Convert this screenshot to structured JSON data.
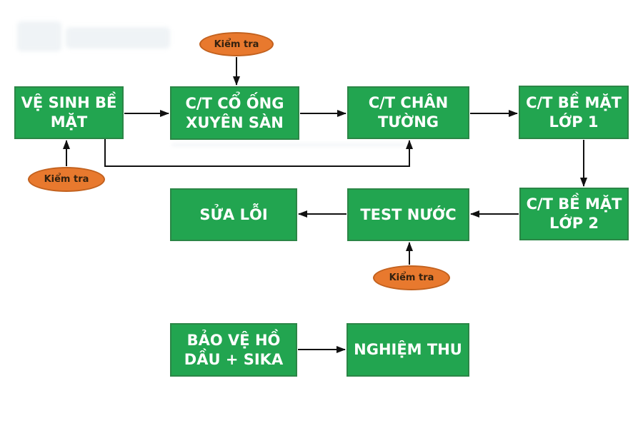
{
  "diagram": {
    "nodes": {
      "ve_sinh_be_mat": {
        "label": "VỆ SINH BỀ MẶT"
      },
      "ct_co_ong_xuyen_san": {
        "label": "C/T CỔ ỐNG XUYÊN SÀN"
      },
      "ct_chan_tuong": {
        "label": "C/T CHÂN TƯỜNG"
      },
      "ct_be_mat_lop_1": {
        "label": "C/T BỀ MẶT LỚP 1"
      },
      "sua_loi": {
        "label": "SỬA LỖI"
      },
      "test_nuoc": {
        "label": "TEST NƯỚC"
      },
      "ct_be_mat_lop_2": {
        "label": "C/T BỀ MẶT LỚP 2"
      },
      "bao_ve_ho_dau_sika": {
        "label": "BẢO VỆ HỒ DẦU + SIKA"
      },
      "nghiem_thu": {
        "label": "NGHIỆM THU"
      }
    },
    "checks": {
      "top": {
        "label": "Kiểm tra",
        "points_to": "C/T CỔ ỐNG XUYÊN SÀN"
      },
      "left": {
        "label": "Kiểm tra",
        "points_to": "VỆ SINH BỀ MẶT"
      },
      "test": {
        "label": "Kiểm tra",
        "points_to": "TEST NƯỚC"
      }
    },
    "edges": [
      {
        "from": "VỆ SINH BỀ MẶT",
        "to": "C/T CỔ ỐNG XUYÊN SÀN"
      },
      {
        "from": "C/T CỔ ỐNG XUYÊN SÀN",
        "to": "C/T CHÂN TƯỜNG"
      },
      {
        "from": "C/T CHÂN TƯỜNG",
        "to": "C/T BỀ MẶT LỚP 1"
      },
      {
        "from": "VỆ SINH BỀ MẶT",
        "to": "C/T CHÂN TƯỜNG"
      },
      {
        "from": "C/T BỀ MẶT LỚP 1",
        "to": "C/T BỀ MẶT LỚP 2"
      },
      {
        "from": "C/T BỀ MẶT LỚP 2",
        "to": "TEST NƯỚC"
      },
      {
        "from": "TEST NƯỚC",
        "to": "SỬA LỖI"
      },
      {
        "from": "BẢO VỆ HỒ DẦU + SIKA",
        "to": "NGHIỆM THU"
      },
      {
        "from": "Kiểm tra (top)",
        "to": "C/T CỔ ỐNG XUYÊN SÀN"
      },
      {
        "from": "Kiểm tra (left)",
        "to": "VỆ SINH BỀ MẶT"
      },
      {
        "from": "Kiểm tra (test)",
        "to": "TEST NƯỚC"
      }
    ]
  },
  "colors": {
    "box_fill": "#22a550",
    "box_border": "#2b8646",
    "box_text": "#ffffff",
    "ellipse_fill": "#e8792e",
    "ellipse_border": "#c2611e",
    "ellipse_text": "#33210f",
    "arrow": "#111111",
    "canvas_bg": "#ffffff"
  }
}
